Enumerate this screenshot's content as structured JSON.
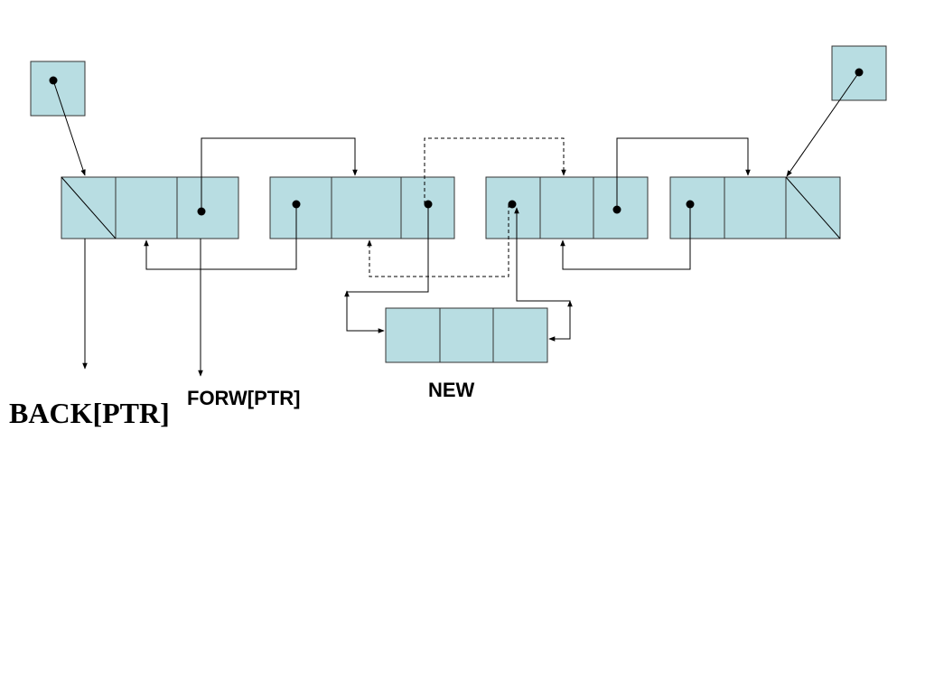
{
  "labels": {
    "back_ptr": "BACK[PTR]",
    "forw_ptr": "FORW[PTR]",
    "new_node": "NEW"
  },
  "colors": {
    "node_fill": "#b8dde2",
    "stroke": "#333333",
    "arrow": "#000000"
  }
}
